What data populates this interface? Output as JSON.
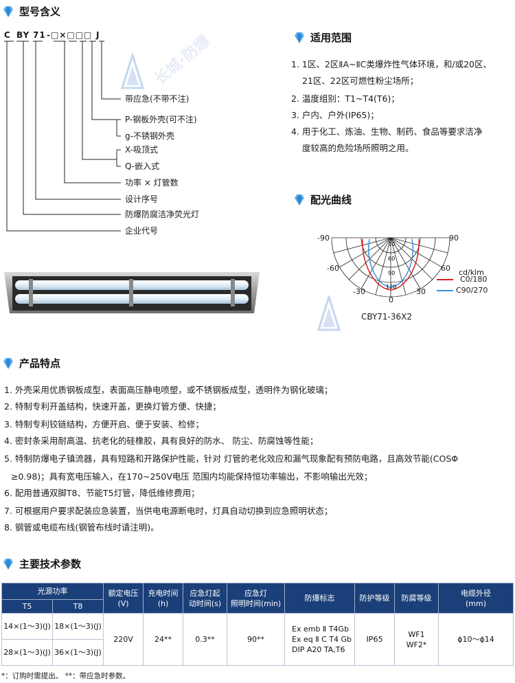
{
  "sections": {
    "model": "型号含义",
    "application": "适用范围",
    "curve": "配光曲线",
    "features": "产品特点",
    "params": "主要技术参数"
  },
  "model_code": {
    "p1": "C",
    "p2": "BY",
    "p3": "71",
    "p4": "-□×□□□",
    "p5": "J"
  },
  "model_meanings": [
    "带应急(不带不注)",
    "P-钢板外壳(可不注)",
    "g-不锈钢外壳",
    "X-吸顶式",
    "Q-嵌入式",
    "功率 × 灯管数",
    "设计序号",
    "防爆防腐洁净荧光灯",
    "企业代号"
  ],
  "watermark": "长城·防爆",
  "application_items": [
    "1. 1区、2区ⅡA~ⅡC类爆炸性气体环境，和/或20区、",
    "21区、22区可燃性粉尘场所；",
    "2. 温度组别：T1~T4(T6)；",
    "3. 户内、户外(IP65)；",
    "4. 用于化工、炼油、生物、制药、食品等要求洁净",
    "度较高的危险场所照明之用。"
  ],
  "polar": {
    "labels_top": [
      "-90",
      "90"
    ],
    "labels_mid": [
      "-60",
      "60"
    ],
    "labels_low": [
      "-30",
      "30"
    ],
    "label_zero": "0",
    "radial": [
      "30",
      "60",
      "90",
      "120"
    ],
    "unit": "cd/klm",
    "legend": [
      {
        "name": "C0/180",
        "color": "#d42020"
      },
      {
        "name": "C90/270",
        "color": "#3a8fd8"
      }
    ],
    "caption": "CBY71-36X2"
  },
  "features": [
    "1. 外壳采用优质钢板成型，表面高压静电喷塑，或不锈钢板成型，透明件为钢化玻璃；",
    "2. 特制专利开盖结构，快速开盖，更换灯管方便、快捷；",
    "3. 特制专利铰链结构，方便开启、便于安装、检修；",
    "4. 密封条采用耐高温、抗老化的硅橡胶，具有良好的防水、  防尘、防腐蚀等性能；",
    "5. 特制防爆电子镇流器，具有短路和开路保护性能，针对  灯管的老化效应和漏气现象配有预防电路，且高效节能(COSΦ",
    "≥0.98)；具有宽电压输入，在170~250V电压  范围内均能保持恒功率输出，不影响输出光效；",
    "6. 配用普通双脚T8、节能T5灯管，降低维修费用；",
    "7. 可根据用户要求配装应急装置，当供电电源断电时，灯具自动切换到应急照明状态；",
    "8. 钢管或电缆布线(钢管布线时请注明)。"
  ],
  "table": {
    "h_power": "光源功率",
    "h_t5": "T5",
    "h_t8": "T8",
    "h_voltage": "额定电压\n(V)",
    "h_charge": "充电时间\n(h)",
    "h_start": "应急灯起\n动时间(s)",
    "h_emg": "应急灯\n照明时间(min)",
    "h_ex": "防爆标志",
    "h_ip": "防护等级",
    "h_wf": "防腐等级",
    "h_cable": "电缆外径\n(mm)",
    "t5_1": "14×(1～3)(J)",
    "t8_1": "18×(1～3)(J)",
    "t5_2": "28×(1～3)(J)",
    "t8_2": "36×(1～3)(J)",
    "voltage": "220V",
    "charge": "24**",
    "start": "0.3**",
    "emg": "90**",
    "ex": "Ex emb Ⅱ T4Gb\nEx eq Ⅱ C T4 Gb\nDIP A20 TA,T6",
    "ip": "IP65",
    "wf": "WF1\nWF2*",
    "cable": "ϕ10～ϕ14"
  },
  "footnote": "*：订购时需提出。   **：带应急时参数。",
  "colors": {
    "header_blue": "#1b3f78",
    "gem_blue": "#4fa8e8"
  }
}
